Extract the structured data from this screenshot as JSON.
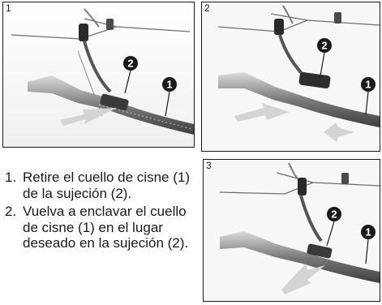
{
  "figures": [
    {
      "number": "1",
      "callouts": [
        "2",
        "1"
      ]
    },
    {
      "number": "2",
      "callouts": [
        "2",
        "1"
      ]
    },
    {
      "number": "3",
      "callouts": [
        "2",
        "1"
      ]
    }
  ],
  "steps": [
    {
      "number": "1.",
      "text": "Retire el cuello de cisne (1) de la sujeción (2)."
    },
    {
      "number": "2.",
      "text": "Vuelva a enclavar el cuello de cisne (1) en el lugar deseado en la sujeción (2)."
    }
  ],
  "colors": {
    "line": "#1a1a1a",
    "background": "#ffffff",
    "gray": "#8a8a8a",
    "arrow": "#d4d4d4"
  }
}
